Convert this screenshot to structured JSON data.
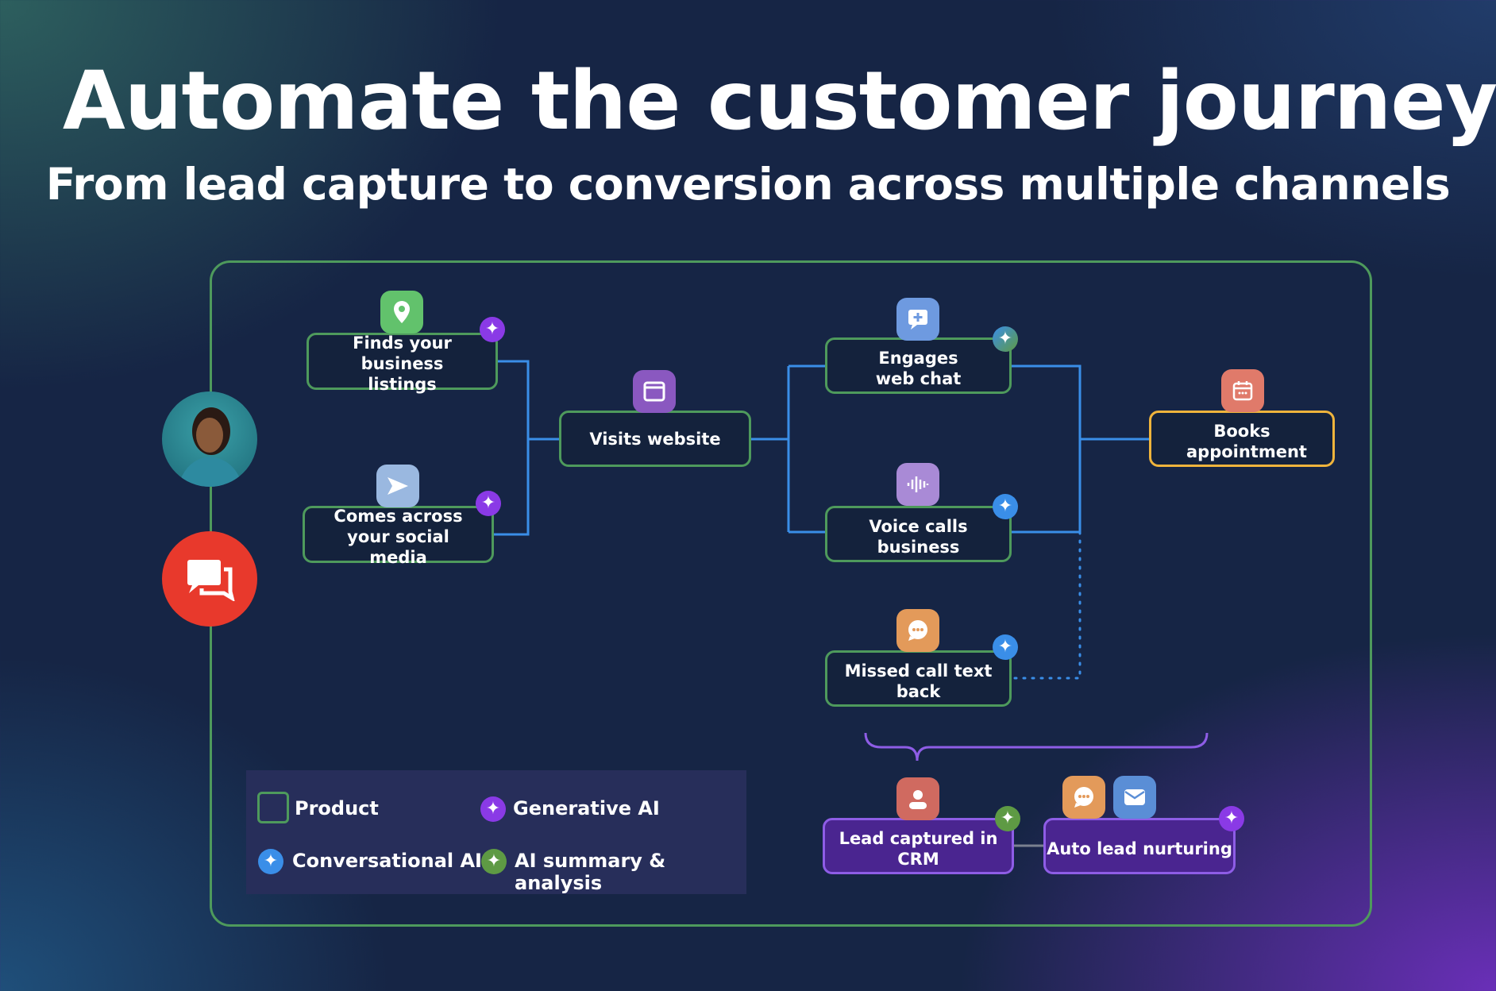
{
  "header": {
    "title": "Automate the customer journey",
    "subtitle": "From lead capture to conversion across multiple channels"
  },
  "nodes": {
    "finds": {
      "label": "Finds your business listings",
      "icon": "map-pin-icon",
      "badge": "generative-ai"
    },
    "comes": {
      "label": "Comes across your social media",
      "icon": "send-icon",
      "badge": "generative-ai"
    },
    "visits": {
      "label": "Visits website",
      "icon": "browser-window-icon"
    },
    "engages": {
      "label": "Engages web chat",
      "icon": "chat-plus-icon",
      "badge": "conversational-ai"
    },
    "voice": {
      "label": "Voice calls business",
      "icon": "soundwave-icon",
      "badge": "conversational-ai"
    },
    "books": {
      "label": "Books appointment",
      "icon": "calendar-icon"
    },
    "missed": {
      "label": "Missed call text back",
      "icon": "chat-bubble-icon",
      "badge": "conversational-ai"
    },
    "lead": {
      "label": "Lead captured in CRM",
      "icon": "person-icon",
      "badge": "ai-summary"
    },
    "nurture": {
      "label": "Auto lead nurturing",
      "icon": "chat-bubble-icon, mail-icon",
      "badge": "generative-ai"
    }
  },
  "legend": {
    "product": "Product",
    "generative": "Generative AI",
    "conversational": "Conversational AI",
    "summary": "AI summary & analysis"
  },
  "colors": {
    "product_border": "#4e9a5c",
    "connector": "#3a8ee8",
    "generative": "#8a3ae6",
    "conversational": "#3a8ee8",
    "summary": "#5e9a44",
    "chat_circle": "#e8392c",
    "books_border": "#efb43c"
  }
}
